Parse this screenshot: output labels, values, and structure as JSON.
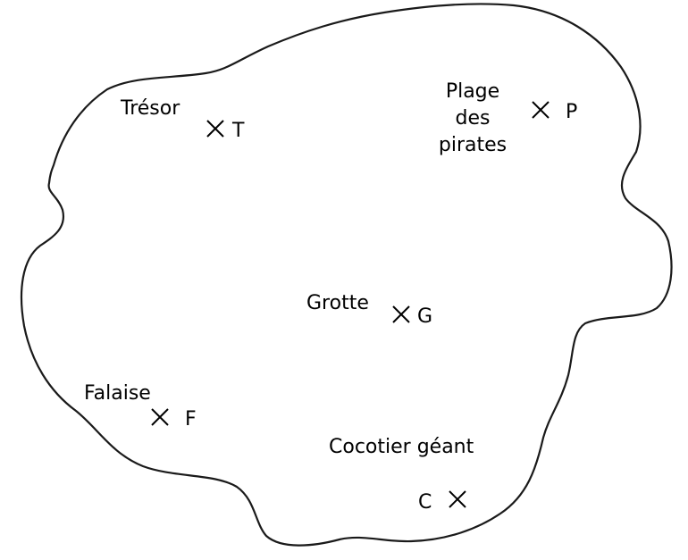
{
  "places": [
    {
      "id": "T",
      "name": "Trésor",
      "letter": "T"
    },
    {
      "id": "P",
      "name_lines": [
        "Plage",
        "des",
        "pirates"
      ],
      "letter": "P"
    },
    {
      "id": "G",
      "name": "Grotte",
      "letter": "G"
    },
    {
      "id": "F",
      "name": "Falaise",
      "letter": "F"
    },
    {
      "id": "C",
      "name": "Cocotier géant",
      "letter": "C"
    }
  ]
}
